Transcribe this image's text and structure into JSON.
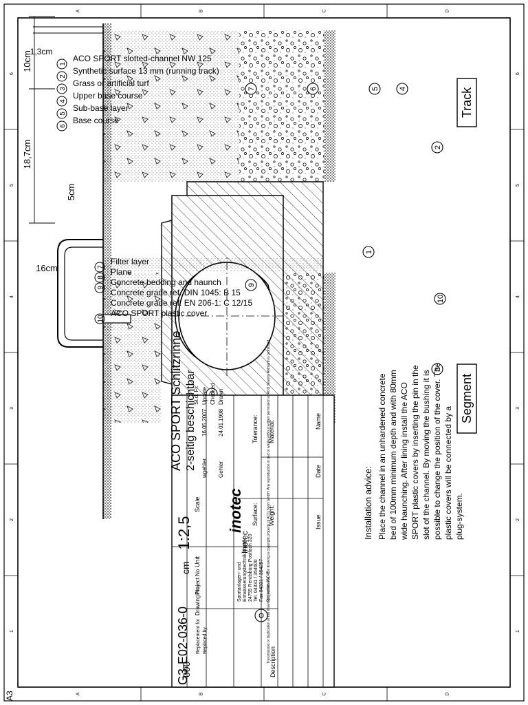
{
  "dimensions": {
    "width_left": "10cm",
    "width_mid": "18,7cm",
    "width_right": "1,3cm",
    "cover_width": "5cm",
    "cover_height": "16cm"
  },
  "labels": {
    "track": "Track",
    "segment": "Segment"
  },
  "markers": [
    "1",
    "2",
    "3",
    "4",
    "5",
    "6",
    "7",
    "8",
    "9",
    "10"
  ],
  "legend": [
    {
      "num": "1",
      "text": "ACO SPORT slotted-channel NW 125"
    },
    {
      "num": "2",
      "text": "Synthetic surface 13 mm (running track)"
    },
    {
      "num": "3",
      "text": "Grass or artificial turf"
    },
    {
      "num": "4",
      "text": "Upper base course"
    },
    {
      "num": "5",
      "text": "Sub-base layer"
    },
    {
      "num": "6",
      "text": "Base course"
    },
    {
      "num": "7",
      "text": "Filter layer"
    },
    {
      "num": "8",
      "text": "Plane"
    },
    {
      "num": "9",
      "text": "Concrete bedding and haunch"
    },
    {
      "num": "",
      "text": "Concrete grade ref. DIN 1045:   B 15"
    },
    {
      "num": "",
      "text": "Concrete grade ref. EN 206-1:   C 12/15"
    },
    {
      "num": "10",
      "text": "ACO SPORT plastic cover"
    }
  ],
  "installation": {
    "heading": "Installation advice:",
    "lines": [
      "Place the channel in an unhardened concrete",
      "bed of 100mm minimum depth and with 80mm",
      "wide haunching. After lining install the ACO",
      "SPORT plastic covers by inserting the pin in the",
      "slot of the channel. By moving the bushing it is",
      "possible to change the position of the cover. The",
      "plastic covers will be connected by a",
      "plug-system."
    ]
  },
  "border": {
    "cols_top": [
      "1",
      "2",
      "3",
      "4",
      "5",
      "6"
    ],
    "rows_left": [
      "A",
      "B",
      "C",
      "D"
    ]
  },
  "title_block": {
    "issue_label": "Issue",
    "date_label": "Date",
    "name_label": "Name",
    "description_label": "Description",
    "material_label": "Material:",
    "weight_label": "Weight:",
    "tolerance_label": "Tolerance:",
    "surface_label": "Surface:",
    "drawn_label": "Drawn",
    "checked_label": "Checked",
    "update_label": "Update",
    "stand_label": "St.d. Fr.",
    "drawn_date": "24.01.1998",
    "drawn_name": "Gehler",
    "update_date": "16.05.2007",
    "update_name": "wgehler",
    "scale_label": "Scale",
    "scale": "1:2,5",
    "unit_label": "Unit",
    "unit": "cm",
    "project_label": "Project No",
    "drawing_label": "Drawing No",
    "drawing_no": "G3-E02-036-0",
    "issue_no": "000",
    "replacement_for": "Replacement for",
    "replaced_by": "Replaced by",
    "title1": "ACO SPORT Schlitzrinne",
    "title2": "2-seitig beschichtbar",
    "logo": "inotec",
    "company_name": "Inotec",
    "company_line1": "Sportanlagen- und",
    "company_line2": "Entwässerungstechnik GmbH",
    "company_line3": "24755 Rendsburg  Postfach 320",
    "company_line4": "Tel. 04331 / 354600",
    "company_line5": "Fax 04331 / 354257",
    "projection_label": "Projection ISO-E",
    "copyright": "Transmission or duplication of this drawing is not allowed. This drawing is copyright property of ACO Sport GmbH. Any reproduction in part or whole without written permission of ACO Severin Ahlmann is prohibited.",
    "sheet_size": "A3"
  },
  "colors": {
    "line": "#000000",
    "hatch": "#222222"
  }
}
